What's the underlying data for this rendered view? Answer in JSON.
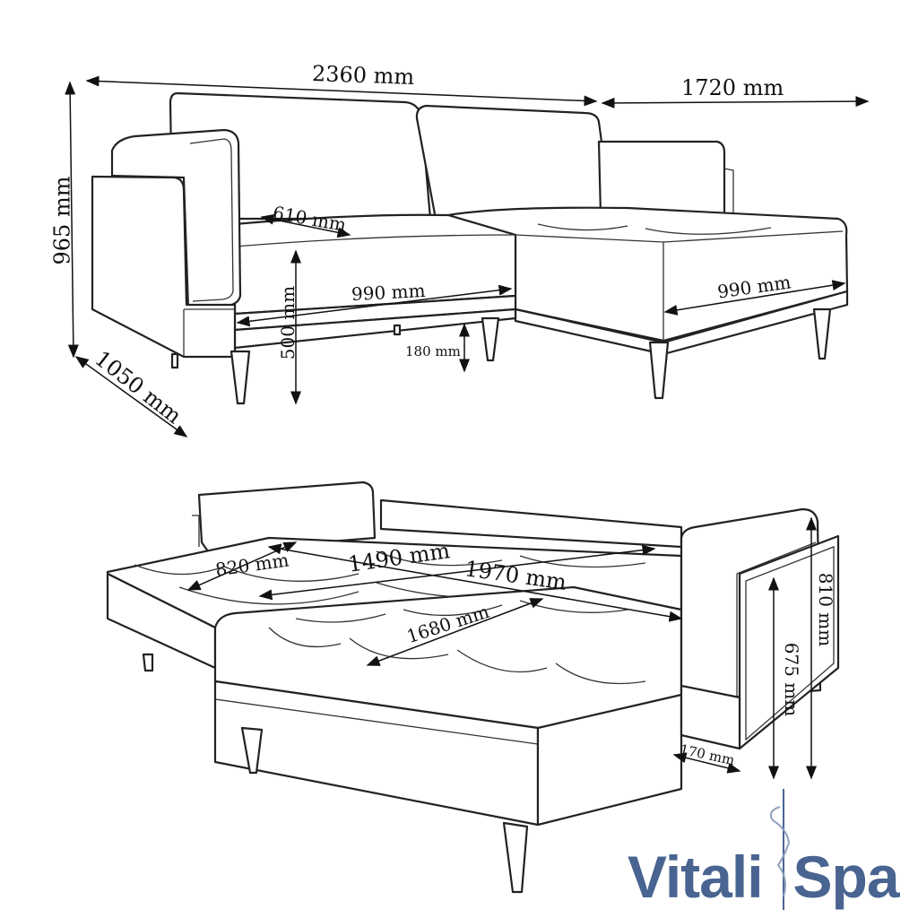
{
  "top_view": {
    "width_total": "2360 mm",
    "chaise_width": "1720 mm",
    "height": "965 mm",
    "depth": "1050 mm",
    "seat_depth": "610 mm",
    "seat_width_left": "990 mm",
    "seat_width_chaise": "990 mm",
    "seat_height": "500 mm",
    "leg_height": "180 mm"
  },
  "bed_view": {
    "depth_a": "820 mm",
    "width_a": "1490 mm",
    "length_total": "1970 mm",
    "length_b": "1680 mm",
    "arm_height": "810 mm",
    "inner_height": "675 mm",
    "arm_width": "170 mm"
  },
  "logo": {
    "text_left": "Vitali",
    "text_right": "Spa",
    "color": "#4a6491"
  }
}
